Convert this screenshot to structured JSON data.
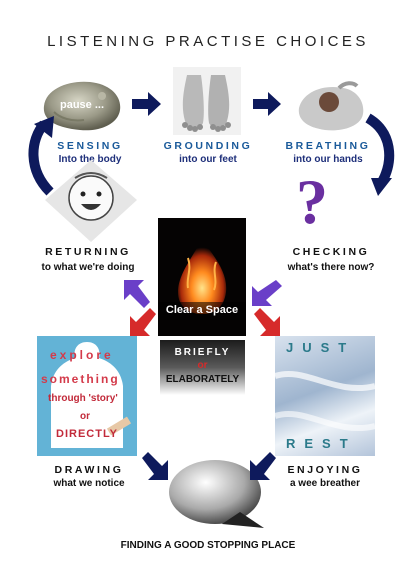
{
  "title": "LISTENING PRACTISE CHOICES",
  "nodes": {
    "sensing": {
      "label": "SENSING",
      "sub": "Into the body",
      "stone_text": "pause ..."
    },
    "grounding": {
      "label": "GROUNDING",
      "sub": "into our feet"
    },
    "breathing": {
      "label": "BREATHING",
      "sub": "into our hands"
    },
    "checking": {
      "label": "CHECKING",
      "sub": "what's there now?",
      "mark": "?"
    },
    "returning": {
      "label": "RETURNING",
      "sub": "to what we're doing"
    },
    "center": {
      "fire_label": "Clear a Space",
      "briefly": "BRIEFLY",
      "or": "or",
      "elaborately": "ELABORATELY"
    },
    "drawing": {
      "label": "DRAWING",
      "sub": "what we notice",
      "card_lines": [
        "explore",
        "something",
        "through 'story'",
        "or",
        "DIRECTLY"
      ]
    },
    "enjoying": {
      "label": "ENJOYING",
      "sub": "a wee breather",
      "card_top": "JUST",
      "card_bottom": "REST"
    },
    "stopping": {
      "label": "FINDING A GOOD STOPPING PLACE"
    }
  },
  "colors": {
    "navy": "#0e1a5c",
    "purple": "#6a3fc8",
    "red": "#d62a2a",
    "blue_text": "#1a5a9a"
  }
}
